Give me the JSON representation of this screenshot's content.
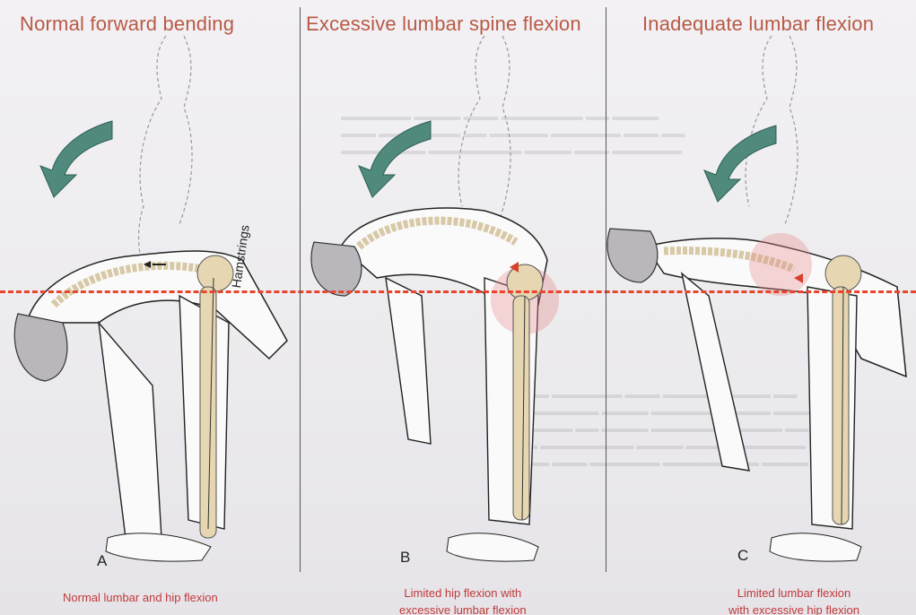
{
  "panels": [
    {
      "title": "Normal forward bending",
      "letter": "A",
      "caption_lines": [
        "Normal lumbar and hip flexion"
      ]
    },
    {
      "title": "Excessive lumbar spine flexion",
      "letter": "B",
      "caption_lines": [
        "Limited hip flexion with",
        "excessive lumbar flexion"
      ]
    },
    {
      "title": "Inadequate lumbar flexion",
      "letter": "C",
      "caption_lines": [
        "Limited lumbar flexion",
        "with excessive hip flexion"
      ]
    }
  ],
  "muscle_label": "Hamstrings",
  "colors": {
    "title": "#b85a44",
    "caption": "#c0393b",
    "dashed_line": "#e8452c",
    "arrow": "#4f8a7c",
    "bone": "#e6d7b2"
  }
}
